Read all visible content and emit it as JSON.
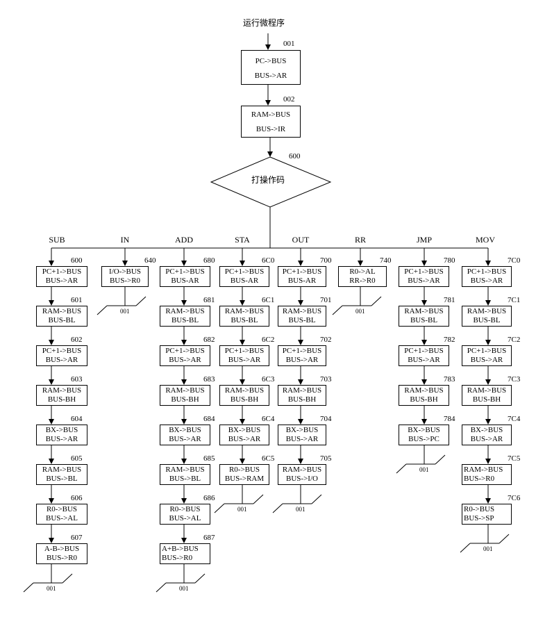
{
  "start_label": "运行微程序",
  "top_steps": [
    {
      "addr": "001",
      "lines": [
        "PC->BUS",
        "BUS->AR"
      ]
    },
    {
      "addr": "002",
      "lines": [
        "RAM->BUS",
        "BUS->IR"
      ]
    }
  ],
  "decision": {
    "addr": "600",
    "label": "打操作码"
  },
  "branches": [
    {
      "name": "SUB",
      "end": "001",
      "steps": [
        {
          "addr": "600",
          "lines": [
            "PC+1->BUS",
            "BUS->AR"
          ]
        },
        {
          "addr": "601",
          "lines": [
            "RAM->BUS",
            "BUS-BL"
          ]
        },
        {
          "addr": "602",
          "lines": [
            "PC+1->BUS",
            "BUS->AR"
          ]
        },
        {
          "addr": "603",
          "lines": [
            "RAM->BUS",
            "BUS-BH"
          ]
        },
        {
          "addr": "604",
          "lines": [
            "BX->BUS",
            "BUS->AR"
          ]
        },
        {
          "addr": "605",
          "lines": [
            "RAM->BUS",
            "BUS->BL"
          ]
        },
        {
          "addr": "606",
          "lines": [
            "R0->BUS",
            "BUS->AL"
          ]
        },
        {
          "addr": "607",
          "lines": [
            "A-B->BUS",
            "BUS->R0"
          ]
        }
      ]
    },
    {
      "name": "IN",
      "end": "001",
      "steps": [
        {
          "addr": "640",
          "lines": [
            "I/O->BUS",
            "BUS->R0"
          ]
        }
      ]
    },
    {
      "name": "ADD",
      "end": "001",
      "steps": [
        {
          "addr": "680",
          "lines": [
            "PC+1->BUS",
            "BUS-AR"
          ]
        },
        {
          "addr": "681",
          "lines": [
            "RAM->BUS",
            "BUS-BL"
          ]
        },
        {
          "addr": "682",
          "lines": [
            "PC+1->BUS",
            "BUS->AR"
          ]
        },
        {
          "addr": "683",
          "lines": [
            "RAM->BUS",
            "BUS-BH"
          ]
        },
        {
          "addr": "684",
          "lines": [
            "BX->BUS",
            "BUS->AR"
          ]
        },
        {
          "addr": "685",
          "lines": [
            "RAM->BUS",
            "BUS->BL"
          ]
        },
        {
          "addr": "686",
          "lines": [
            "R0->BUS",
            "BUS->AL"
          ]
        },
        {
          "addr": "687",
          "lines": [
            "A+B->BUS",
            "BUS->R0"
          ]
        }
      ]
    },
    {
      "name": "STA",
      "end": "001",
      "steps": [
        {
          "addr": "6C0",
          "lines": [
            "PC+1->BUS",
            "BUS-AR"
          ]
        },
        {
          "addr": "6C1",
          "lines": [
            "RAM->BUS",
            "BUS-BL"
          ]
        },
        {
          "addr": "6C2",
          "lines": [
            "PC+1->BUS",
            "BUS->AR"
          ]
        },
        {
          "addr": "6C3",
          "lines": [
            "RAM->BUS",
            "BUS-BH"
          ]
        },
        {
          "addr": "6C4",
          "lines": [
            "BX->BUS",
            "BUS->AR"
          ]
        },
        {
          "addr": "6C5",
          "lines": [
            "R0->BUS",
            "BUS->RAM"
          ]
        }
      ]
    },
    {
      "name": "OUT",
      "end": "001",
      "steps": [
        {
          "addr": "700",
          "lines": [
            "PC+1->BUS",
            "BUS-AR"
          ]
        },
        {
          "addr": "701",
          "lines": [
            "RAM->BUS",
            "BUS-BL"
          ]
        },
        {
          "addr": "702",
          "lines": [
            "PC+1->BUS",
            "BUS->AR"
          ]
        },
        {
          "addr": "703",
          "lines": [
            "RAM->BUS",
            "BUS-BH"
          ]
        },
        {
          "addr": "704",
          "lines": [
            "BX->BUS",
            "BUS->AR"
          ]
        },
        {
          "addr": "705",
          "lines": [
            "RAM->BUS",
            "BUS->I/O"
          ]
        }
      ]
    },
    {
      "name": "RR",
      "end": "001",
      "steps": [
        {
          "addr": "740",
          "lines": [
            "R0->AL",
            "RR->R0"
          ]
        }
      ]
    },
    {
      "name": "JMP",
      "end": "001",
      "steps": [
        {
          "addr": "780",
          "lines": [
            "PC+1->BUS",
            "BUS->AR"
          ]
        },
        {
          "addr": "781",
          "lines": [
            "RAM->BUS",
            "BUS-BL"
          ]
        },
        {
          "addr": "782",
          "lines": [
            "PC+1->BUS",
            "BUS->AR"
          ]
        },
        {
          "addr": "783",
          "lines": [
            "RAM->BUS",
            "BUS-BH"
          ]
        },
        {
          "addr": "784",
          "lines": [
            "BX->BUS",
            "BUS->PC"
          ]
        }
      ]
    },
    {
      "name": "MOV",
      "end": "001",
      "steps": [
        {
          "addr": "7C0",
          "lines": [
            "PC+1->BUS",
            "BUS->AR"
          ]
        },
        {
          "addr": "7C1",
          "lines": [
            "RAM->BUS",
            "BUS-BL"
          ]
        },
        {
          "addr": "7C2",
          "lines": [
            "PC+1->BUS",
            "BUS->AR"
          ]
        },
        {
          "addr": "7C3",
          "lines": [
            "RAM->BUS",
            "BUS-BH"
          ]
        },
        {
          "addr": "7C4",
          "lines": [
            "BX->BUS",
            "BUS->AR"
          ]
        },
        {
          "addr": "7C5",
          "lines": [
            "RAM->BUS",
            "BUS->R0"
          ]
        },
        {
          "addr": "7C6",
          "lines": [
            "R0->BUS",
            "BUS->SP"
          ]
        }
      ]
    }
  ]
}
